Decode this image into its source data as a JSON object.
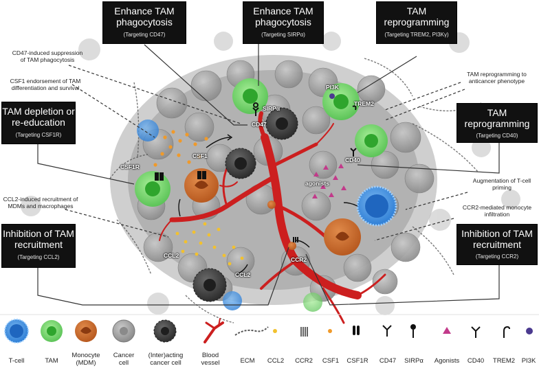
{
  "boxes": {
    "cd47": {
      "title": "Enhance TAM phagocytosis",
      "target": "(Targeting CD47)"
    },
    "sirpa": {
      "title": "Enhance TAM phagocytosis",
      "target": "(Targeting SIRPα)"
    },
    "trem2": {
      "title": "TAM reprogramming",
      "target": "(Targeting TREM2, PI3Kγ)"
    },
    "csf1r": {
      "title": "TAM depletion or re-education",
      "target": "(Targeting CSF1R)"
    },
    "cd40": {
      "title": "TAM reprogramming",
      "target": "(Targeting CD40)"
    },
    "ccl2": {
      "title": "Inhibition of TAM recruitment",
      "target": "(Targeting CCL2)"
    },
    "ccr2": {
      "title": "Inhibition of TAM recruitment",
      "target": "(Targeting CCR2)"
    }
  },
  "annotations": {
    "cd47_suppression": "CD47-induced suppression of TAM phagocytosis",
    "csf1_endorsement": "CSF1 endorsement of TAM differentiation and survival",
    "ccl2_recruitment": "CCL2-induced recruitment of MDMs and macrophages",
    "tam_reprogramming": "TAM reprogramming to anticancer phenotype",
    "tcell_priming": "Augmentation of T-cell priming",
    "ccr2_infiltration": "CCR2-mediated monocyte infiltration"
  },
  "markers": {
    "sirpa": "SIRPα",
    "cd47": "CD47",
    "pi3k": "PI3K",
    "trem2": "TREM2",
    "csf1": "CSF1",
    "csf1r": "CSF1R",
    "cd40": "CD40",
    "agonists": "agonists",
    "ccl2_a": "CCL2",
    "ccl2_b": "CCL2",
    "ccr2": "CCR2"
  },
  "legend": [
    {
      "label": "T-cell",
      "icon": "t-cell-icon"
    },
    {
      "label": "TAM",
      "icon": "tam-icon"
    },
    {
      "label": "Monocyte (MDM)",
      "icon": "monocyte-icon"
    },
    {
      "label": "Cancer cell",
      "icon": "cancer-cell-icon"
    },
    {
      "label": "(Inter)acting cancer cell",
      "icon": "interacting-cancer-cell-icon"
    },
    {
      "label": "Blood vessel",
      "icon": "blood-vessel-icon"
    },
    {
      "label": "ECM",
      "icon": "ecm-icon"
    },
    {
      "label": "CCL2",
      "icon": "ccl2-icon"
    },
    {
      "label": "CCR2",
      "icon": "ccr2-icon"
    },
    {
      "label": "CSF1",
      "icon": "csf1-icon"
    },
    {
      "label": "CSF1R",
      "icon": "csf1r-icon"
    },
    {
      "label": "CD47",
      "icon": "cd47-icon"
    },
    {
      "label": "SIRPα",
      "icon": "sirpa-icon"
    },
    {
      "label": "Agonists",
      "icon": "agonists-icon"
    },
    {
      "label": "CD40",
      "icon": "cd40-icon"
    },
    {
      "label": "TREM2",
      "icon": "trem2-icon"
    },
    {
      "label": "PI3K",
      "icon": "pi3k-icon"
    }
  ],
  "colors": {
    "tcell": "#2f7fd6",
    "tam": "#6fd36a",
    "monocyte": "#c8692e",
    "cancer": "#9a9a9a",
    "interacting": "#4a4a4a",
    "vessel": "#cc1f1f",
    "ccl2": "#f2c12e",
    "csf1": "#f09a2a",
    "agonists": "#c23a8a",
    "pi3k": "#4b3a8f"
  }
}
